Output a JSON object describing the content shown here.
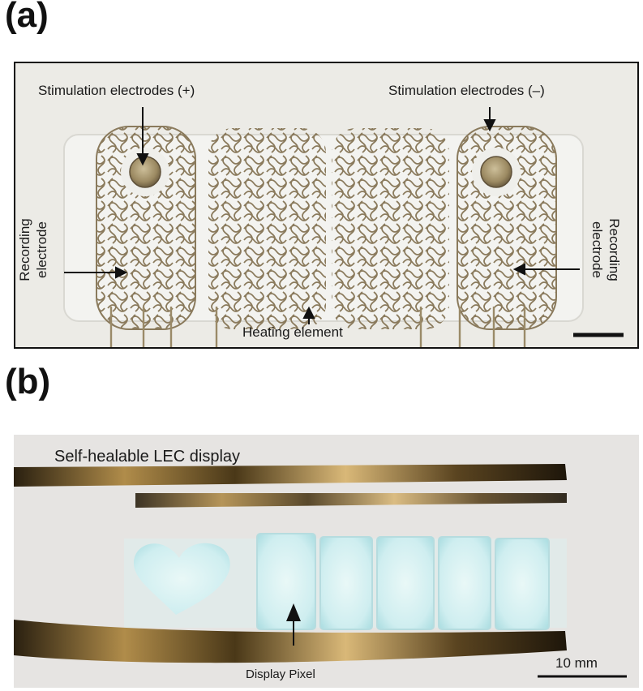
{
  "panel_a": {
    "letter": "(a)",
    "labels": {
      "stim_pos": "Stimulation electrodes (+)",
      "stim_neg": "Stimulation electrodes (–)",
      "heating": "Heating element",
      "rec_left_1": "Recording",
      "rec_left_2": "electrode",
      "rec_right_1": "Recording",
      "rec_right_2": "electrode"
    }
  },
  "panel_b": {
    "letter": "(b)",
    "labels": {
      "title": "Self-healable LEC display",
      "pixel": "Display Pixel",
      "scale": "10 mm"
    }
  },
  "colors": {
    "background": "#ffffff",
    "frame": "#111111",
    "trace": "#8a7a5c",
    "foil": "#7a5e2a",
    "glow": "#cfeef0"
  }
}
